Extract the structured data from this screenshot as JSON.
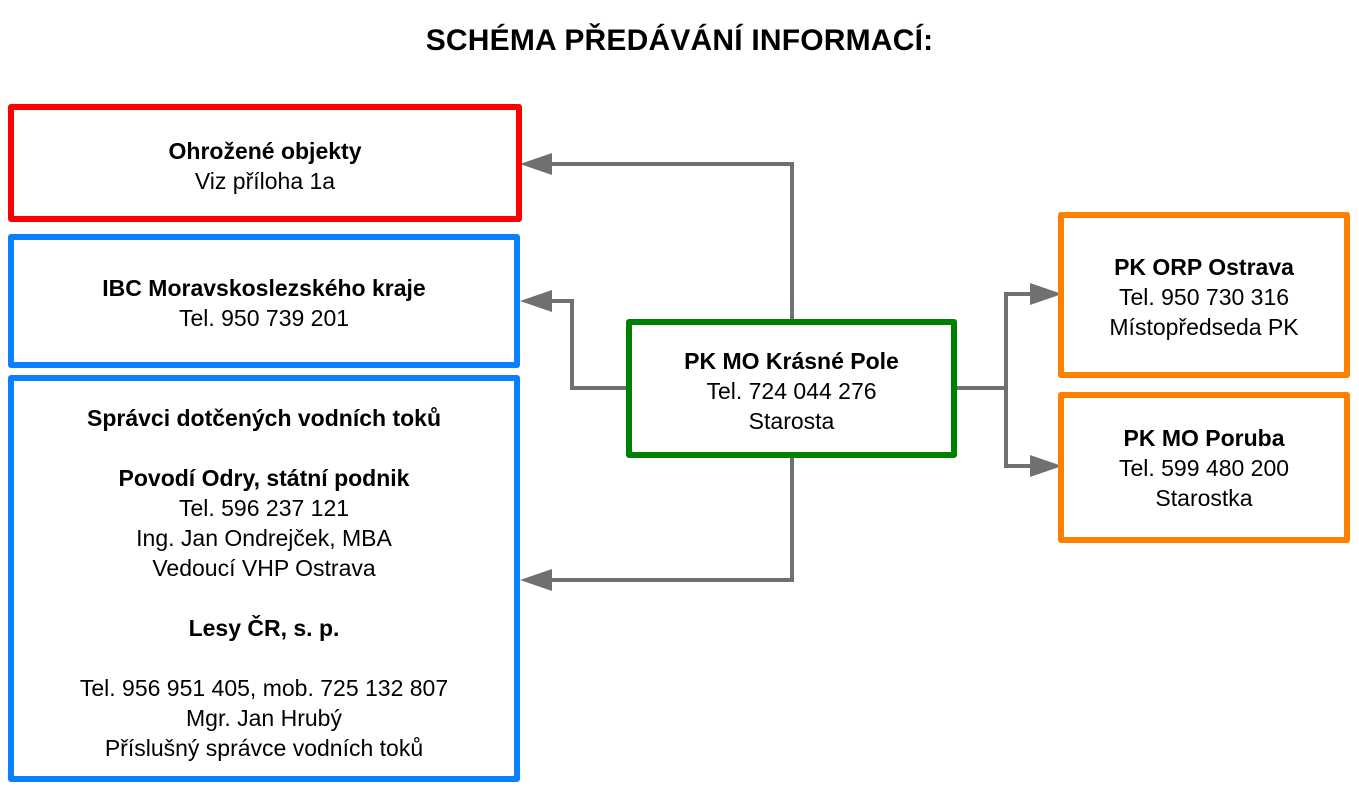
{
  "title": "SCHÉMA PŘEDÁVÁNÍ INFORMACÍ:",
  "colors": {
    "threatened": "#ff0000",
    "external": "#0a80ff",
    "center": "#008000",
    "peer": "#ff8000",
    "arrow": "#707070"
  },
  "nodes": {
    "ohrozene": {
      "heading": "Ohrožené objekty",
      "lines": [
        "Viz příloha 1a"
      ]
    },
    "ibc": {
      "heading": "IBC Moravskoslezského kraje",
      "lines": [
        "Tel. 950 739 201"
      ]
    },
    "spravci": {
      "heading": "Správci dotčených vodních toků",
      "povodi": {
        "heading": "Povodí Odry, státní podnik",
        "lines": [
          "Tel. 596 237 121",
          "Ing. Jan Ondrejček, MBA",
          "Vedoucí VHP Ostrava"
        ]
      },
      "lesy": {
        "heading": "Lesy ČR, s. p.",
        "lines": [
          "Tel. 956 951 405, mob. 725 132 807",
          "Mgr. Jan Hrubý",
          "Příslušný správce vodních toků"
        ]
      }
    },
    "center": {
      "heading": "PK MO Krásné Pole",
      "lines": [
        "Tel. 724 044 276",
        "Starosta"
      ]
    },
    "orp": {
      "heading": "PK ORP Ostrava",
      "lines": [
        "Tel. 950 730 316",
        "Místopředseda PK"
      ]
    },
    "poruba": {
      "heading": "PK MO Poruba",
      "lines": [
        "Tel. 599 480 200",
        "Starostka"
      ]
    }
  },
  "edges": [
    {
      "from": "center",
      "to": "ohrozene"
    },
    {
      "from": "center",
      "to": "ibc"
    },
    {
      "from": "center",
      "to": "spravci"
    },
    {
      "from": "center",
      "to": "orp"
    },
    {
      "from": "center",
      "to": "poruba"
    }
  ]
}
